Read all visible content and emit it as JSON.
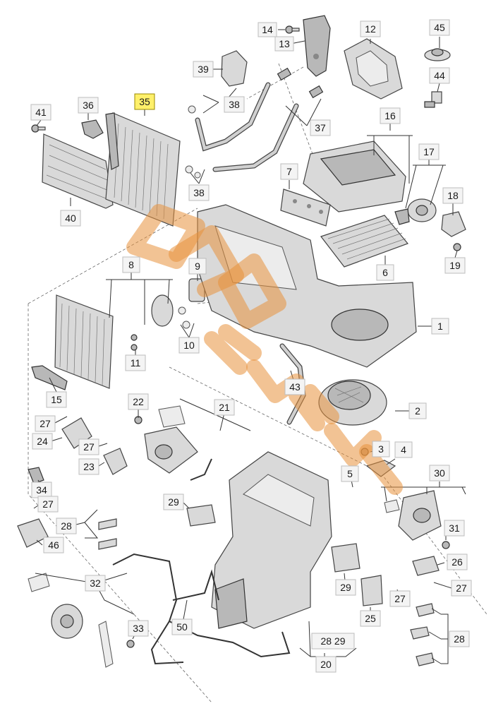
{
  "callouts": [
    {
      "id": "c14",
      "text": "14"
    },
    {
      "id": "c13",
      "text": "13"
    },
    {
      "id": "c12",
      "text": "12"
    },
    {
      "id": "c45",
      "text": "45"
    },
    {
      "id": "c44",
      "text": "44"
    },
    {
      "id": "c39",
      "text": "39"
    },
    {
      "id": "c41",
      "text": "41"
    },
    {
      "id": "c36",
      "text": "36"
    },
    {
      "id": "c35",
      "text": "35",
      "highlight": true
    },
    {
      "id": "c38a",
      "text": "38"
    },
    {
      "id": "c37",
      "text": "37"
    },
    {
      "id": "c16",
      "text": "16"
    },
    {
      "id": "c38b",
      "text": "38"
    },
    {
      "id": "c7",
      "text": "7"
    },
    {
      "id": "c17",
      "text": "17"
    },
    {
      "id": "c18",
      "text": "18"
    },
    {
      "id": "c40",
      "text": "40"
    },
    {
      "id": "c6",
      "text": "6"
    },
    {
      "id": "c19",
      "text": "19"
    },
    {
      "id": "c8",
      "text": "8"
    },
    {
      "id": "c9",
      "text": "9"
    },
    {
      "id": "c1",
      "text": "1"
    },
    {
      "id": "c10",
      "text": "10"
    },
    {
      "id": "c11",
      "text": "11"
    },
    {
      "id": "c43",
      "text": "43"
    },
    {
      "id": "c15",
      "text": "15"
    },
    {
      "id": "c22",
      "text": "22"
    },
    {
      "id": "c21",
      "text": "21"
    },
    {
      "id": "c2",
      "text": "2"
    },
    {
      "id": "c27a",
      "text": "27"
    },
    {
      "id": "c24",
      "text": "24"
    },
    {
      "id": "c27b",
      "text": "27"
    },
    {
      "id": "c3",
      "text": "3"
    },
    {
      "id": "c4",
      "text": "4"
    },
    {
      "id": "c23",
      "text": "23"
    },
    {
      "id": "c30",
      "text": "30"
    },
    {
      "id": "c5",
      "text": "5"
    },
    {
      "id": "c34",
      "text": "34"
    },
    {
      "id": "c29a",
      "text": "29"
    },
    {
      "id": "c27c",
      "text": "27"
    },
    {
      "id": "c28a",
      "text": "28"
    },
    {
      "id": "c31",
      "text": "31"
    },
    {
      "id": "c46",
      "text": "46"
    },
    {
      "id": "c26",
      "text": "26"
    },
    {
      "id": "c32",
      "text": "32"
    },
    {
      "id": "c27d",
      "text": "27"
    },
    {
      "id": "c29b",
      "text": "29"
    },
    {
      "id": "c27e",
      "text": "27"
    },
    {
      "id": "c50",
      "text": "50"
    },
    {
      "id": "c33",
      "text": "33"
    },
    {
      "id": "c25",
      "text": "25"
    },
    {
      "id": "c28b",
      "text": "28"
    },
    {
      "id": "c2829",
      "text": "28  29"
    },
    {
      "id": "c20",
      "text": "20"
    }
  ],
  "colors": {
    "highlight": "#fff06a",
    "watermark": "#e8923c",
    "box": "#f4f4f4"
  }
}
